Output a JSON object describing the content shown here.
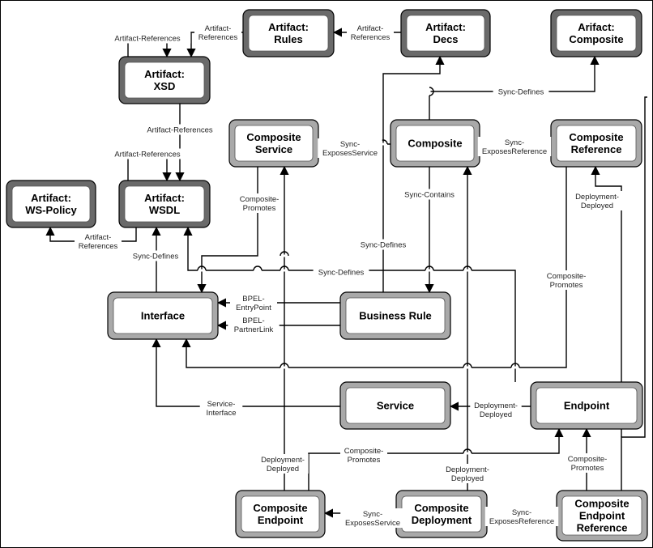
{
  "nodes": {
    "artifact_rules": {
      "line1": "Artifact:",
      "line2": "Rules",
      "style": "dark"
    },
    "artifact_decs": {
      "line1": "Artifact:",
      "line2": "Decs",
      "style": "dark"
    },
    "artifact_composite": {
      "line1": "Arifact:",
      "line2": "Composite",
      "style": "dark"
    },
    "artifact_xsd": {
      "line1": "Artifact:",
      "line2": "XSD",
      "style": "dark"
    },
    "artifact_wsdl": {
      "line1": "Artifact:",
      "line2": "WSDL",
      "style": "dark"
    },
    "artifact_wspolicy": {
      "line1": "Artifact:",
      "line2": "WS-Policy",
      "style": "dark"
    },
    "composite_service": {
      "line1": "Composite",
      "line2": "Service",
      "style": "light"
    },
    "composite": {
      "line1": "Composite",
      "style": "light"
    },
    "composite_reference": {
      "line1": "Composite",
      "line2": "Reference",
      "style": "light"
    },
    "interface": {
      "line1": "Interface",
      "style": "light"
    },
    "business_rule": {
      "line1": "Business Rule",
      "style": "light"
    },
    "service": {
      "line1": "Service",
      "style": "light"
    },
    "endpoint": {
      "line1": "Endpoint",
      "style": "light"
    },
    "composite_endpoint": {
      "line1": "Composite",
      "line2": "Endpoint",
      "style": "light"
    },
    "composite_deployment": {
      "line1": "Composite",
      "line2": "Deployment",
      "style": "light"
    },
    "composite_endpoint_reference": {
      "line1": "Composite",
      "line2": "Endpoint",
      "line3": "Reference",
      "style": "light"
    }
  },
  "edge_labels": {
    "rules_to_xsd": [
      "Artifact-",
      "References"
    ],
    "decs_to_rules": [
      "Artifact-",
      "References"
    ],
    "xsd_self": [
      "Artifact-References"
    ],
    "xsd_to_wsdl": [
      "Artifact-References"
    ],
    "wsdl_self": [
      "Artifact-References"
    ],
    "wsdl_to_wspolicy": [
      "Artifact-",
      "References"
    ],
    "composite_to_artifact_composite": [
      "Sync-Defines"
    ],
    "composite_to_composite_service": [
      "Sync-",
      "ExposesService"
    ],
    "composite_to_composite_reference": [
      "Sync-",
      "ExposesReference"
    ],
    "composite_to_business_rule": [
      "Sync-Contains"
    ],
    "business_rule_to_decs": [
      "Sync-Defines"
    ],
    "interface_to_wsdl": [
      "Sync-Defines"
    ],
    "endpoint_to_wsdl": [
      "Sync-Defines"
    ],
    "composite_service_to_interface": [
      "Composite-",
      "Promotes"
    ],
    "business_rule_entrypoint": [
      "BPEL-",
      "EntryPoint"
    ],
    "business_rule_partnerlink": [
      "BPEL-",
      "PartnerLink"
    ],
    "composite_reference_to_interface": [
      "Composite-",
      "Promotes"
    ],
    "endpoint_ref_to_composite_reference": [
      "Deployment-",
      "Deployed"
    ],
    "service_to_interface": [
      "Service-",
      "Interface"
    ],
    "endpoint_to_service": [
      "Deployment-",
      "Deployed"
    ],
    "composite_endpoint_to_composite_service": [
      "Deployment-",
      "Deployed"
    ],
    "composite_endpoint_to_endpoint": [
      "Composite-",
      "Promotes"
    ],
    "composite_deployment_to_composite": [
      "Deployment-",
      "Deployed"
    ],
    "endpoint_ref_to_endpoint": [
      "Composite-",
      "Promotes"
    ],
    "deployment_to_composite_endpoint": [
      "Sync-",
      "ExposesService"
    ],
    "deployment_to_endpoint_reference": [
      "Sync-",
      "ExposesReference"
    ]
  }
}
